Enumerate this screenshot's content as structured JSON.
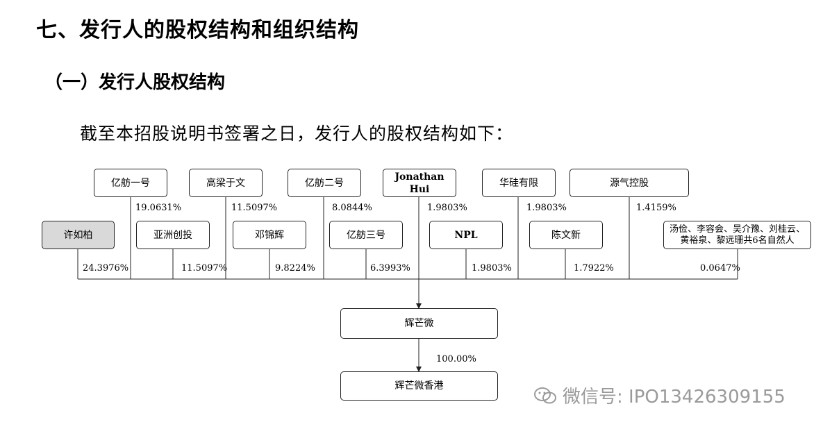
{
  "heading": "七、发行人的股权结构和组织结构",
  "subheading": "（一）发行人股权结构",
  "intro": "截至本招股说明书签署之日，发行人的股权结构如下：",
  "shareholders_top": [
    {
      "name": "亿舫一号",
      "pct": "19.0631%"
    },
    {
      "name": "高梁于文",
      "pct": "11.5097%"
    },
    {
      "name": "亿舫二号",
      "pct": "8.0844%"
    },
    {
      "name": "Jonathan Hui",
      "pct": "1.9803%"
    },
    {
      "name": "华硅有限",
      "pct": "1.9803%"
    },
    {
      "name": "源气控股",
      "pct": "1.4159%"
    }
  ],
  "shareholders_mid": [
    {
      "name": "许如柏",
      "pct": "24.3976%"
    },
    {
      "name": "亚洲创投",
      "pct": "11.5097%"
    },
    {
      "name": "邓锦辉",
      "pct": "9.8224%"
    },
    {
      "name": "亿舫三号",
      "pct": "6.3993%"
    },
    {
      "name": "NPL",
      "pct": "1.9803%"
    },
    {
      "name": "陈文新",
      "pct": "1.7922%"
    },
    {
      "name": "汤俭、李容会、吴介豫、刘桂云、黄裕泉、黎远珊共6名自然人",
      "pct": "0.0647%"
    }
  ],
  "issuer": "辉芒微",
  "subsidiary": "辉芒微香港",
  "subsidiary_pct": "100.00%",
  "watermark": "微信号: IPO13426309155"
}
